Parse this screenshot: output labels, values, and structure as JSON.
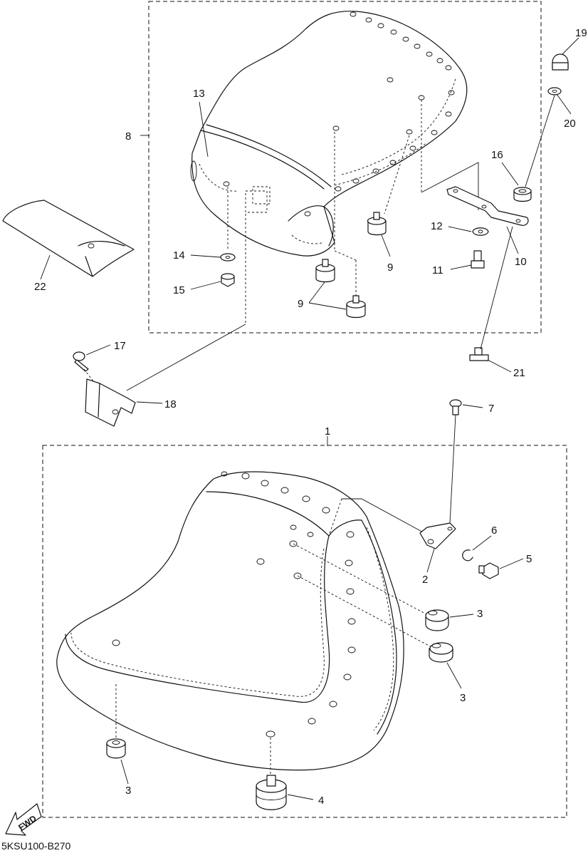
{
  "diagram_code": "5KSU100-B270",
  "fwd_label": "FWD",
  "callouts": {
    "c1": "1",
    "c2": "2",
    "c3a": "3",
    "c3b": "3",
    "c3c": "3",
    "c4": "4",
    "c5": "5",
    "c6": "6",
    "c7": "7",
    "c8": "8",
    "c9a": "9",
    "c9b": "9",
    "c10": "10",
    "c11": "11",
    "c12": "12",
    "c13": "13",
    "c14": "14",
    "c15": "15",
    "c16": "16",
    "c17": "17",
    "c18": "18",
    "c19": "19",
    "c20": "20",
    "c21": "21",
    "c22": "22"
  }
}
